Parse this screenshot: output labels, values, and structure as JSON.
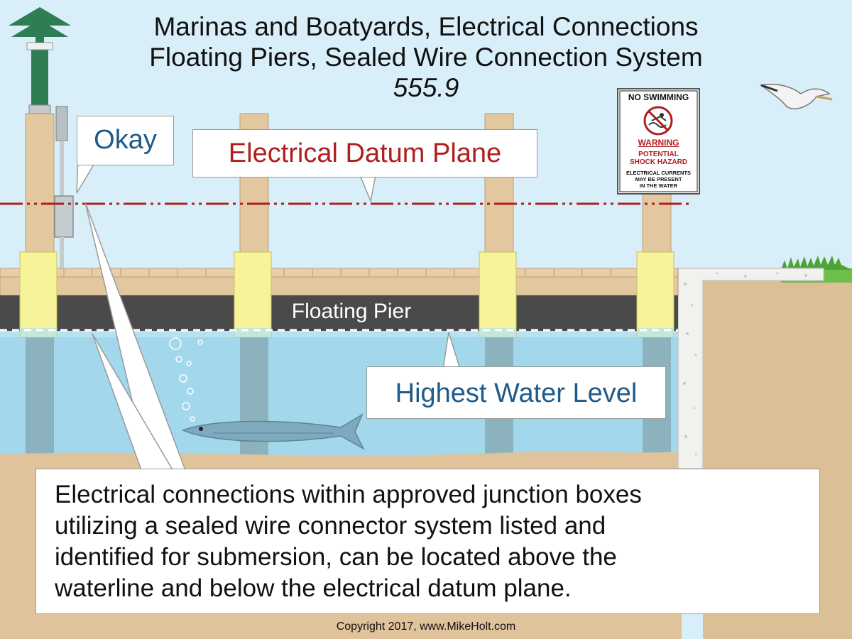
{
  "title": {
    "line1": "Marinas and Boatyards, Electrical Connections",
    "line2": "Floating Piers, Sealed Wire Connection System",
    "section": "555.9"
  },
  "labels": {
    "okay": "Okay",
    "datum_plane": "Electrical Datum Plane",
    "floating_pier": "Floating Pier",
    "highest_water": "Highest Water Level"
  },
  "sign": {
    "heading": "NO SWIMMING",
    "warning": "WARNING",
    "hazard_line1": "POTENTIAL",
    "hazard_line2": "SHOCK HAZARD",
    "note_line1": "ELECTRICAL CURRENTS",
    "note_line2": "MAY BE PRESENT",
    "note_line3": "IN THE WATER"
  },
  "description": {
    "line1": "Electrical connections within approved junction boxes",
    "line2": "utilizing a sealed wire connector system listed and",
    "line3": "identified for submersion, can be located above the",
    "line4": "waterline and below the electrical datum plane."
  },
  "copyright": "Copyright 2017, www.MikeHolt.com",
  "colors": {
    "sky": "#d8eef9",
    "water": "#9fd6ec",
    "sand": "#e0c39a",
    "pier_deck": "#e3c79f",
    "pier_float": "#4a4a4a",
    "collar": "#f7f39a",
    "datum_red": "#b01e1e",
    "label_blue": "#1e5a8a",
    "lamp_green": "#2f7d52"
  }
}
